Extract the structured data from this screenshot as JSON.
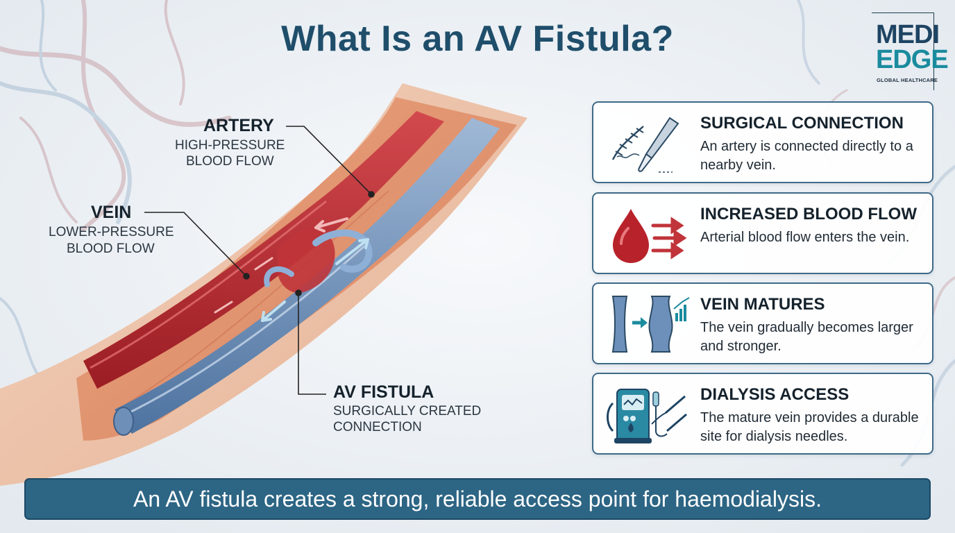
{
  "title": "What Is an AV Fistula?",
  "logo": {
    "line1": "MEDI",
    "line2": "EDGE",
    "tagline": "GLOBAL HEALTHCARE"
  },
  "labels": {
    "artery": {
      "title": "ARTERY",
      "sub_line1": "HIGH-PRESSURE",
      "sub_line2": "BLOOD FLOW"
    },
    "vein": {
      "title": "VEIN",
      "sub_line1": "LOWER-PRESSURE",
      "sub_line2": "BLOOD FLOW"
    },
    "fistula": {
      "title": "AV FISTULA",
      "sub_line1": "SURGICALLY CREATED",
      "sub_line2": "CONNECTION"
    }
  },
  "cards": [
    {
      "icon": "scalpel-suture-icon",
      "title": "SURGICAL CONNECTION",
      "text": "An artery is connected directly to a nearby vein."
    },
    {
      "icon": "blood-drop-flow-icon",
      "title": "INCREASED BLOOD FLOW",
      "text": "Arterial blood flow enters the vein."
    },
    {
      "icon": "vein-growth-icon",
      "title": "VEIN MATURES",
      "text": "The vein gradually becomes larger and stronger."
    },
    {
      "icon": "dialysis-machine-icon",
      "title": "DIALYSIS ACCESS",
      "text": "The mature vein provides a durable site for dialysis needles."
    }
  ],
  "footer": "An AV fistula creates a strong, reliable access point for haemodialysis.",
  "colors": {
    "title": "#1f4e6b",
    "artery_red": "#b8282e",
    "vein_blue": "#5f86b3",
    "card_border": "#3f6a87",
    "footer_bg": "#2d6584",
    "accent_teal": "#1a8b9e"
  }
}
